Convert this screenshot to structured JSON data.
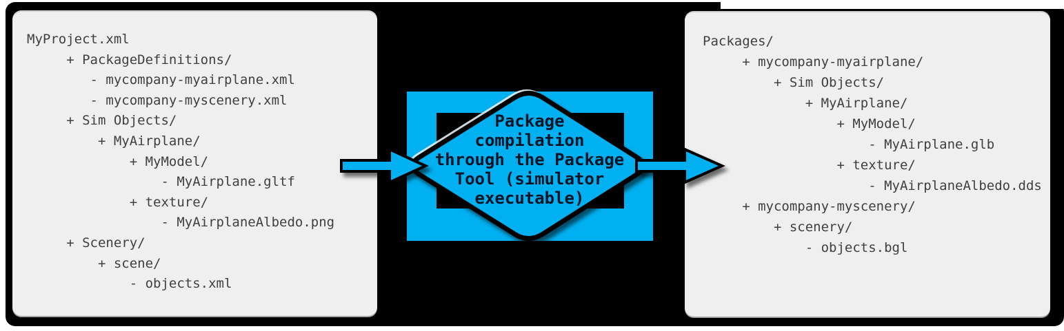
{
  "colors": {
    "page_background": "#ffffff",
    "canvas_background": "#000000",
    "panel_background": "#efefef",
    "panel_text": "#3f3f3f",
    "accent": "#00b0f0",
    "outline": "#000000",
    "diamond_text": "#0b1424"
  },
  "left_panel": {
    "lines": [
      "MyProject.xml",
      "     + PackageDefinitions/",
      "        - mycompany-myairplane.xml",
      "        - mycompany-myscenery.xml",
      "     + Sim Objects/",
      "         + MyAirplane/",
      "             + MyModel/",
      "                 - MyAirplane.gltf",
      "             + texture/",
      "                 - MyAirplaneAlbedo.png",
      "     + Scenery/",
      "         + scene/",
      "             - objects.xml"
    ]
  },
  "process": {
    "label": "Package compilation through the Package Tool (simulator executable)",
    "lines": [
      "Package",
      "compilation",
      "through the Package",
      "Tool (simulator",
      "executable)"
    ],
    "icons": {
      "input_arrow": "right-arrow",
      "output_arrow": "right-arrow"
    }
  },
  "right_panel": {
    "lines": [
      "Packages/",
      "     + mycompany-myairplane/",
      "         + Sim Objects/",
      "             + MyAirplane/",
      "                 + MyModel/",
      "                     - MyAirplane.glb",
      "                 + texture/",
      "                     - MyAirplaneAlbedo.dds",
      "     + mycompany-myscenery/",
      "         + scenery/",
      "             - objects.bgl"
    ]
  }
}
